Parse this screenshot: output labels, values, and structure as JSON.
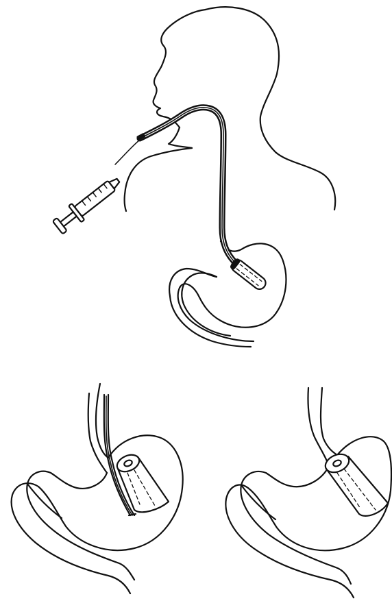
{
  "figure": {
    "panels": [
      {
        "id": "insertion",
        "elements": [
          "head-silhouette",
          "syringe",
          "orogastric-tube",
          "stomach",
          "capsule"
        ]
      },
      {
        "id": "release",
        "elements": [
          "stomach",
          "tube-tip",
          "capsule"
        ]
      },
      {
        "id": "retained",
        "elements": [
          "stomach",
          "capsule"
        ]
      }
    ],
    "colors": {
      "ink": "#111111",
      "background": "#ffffff"
    }
  }
}
